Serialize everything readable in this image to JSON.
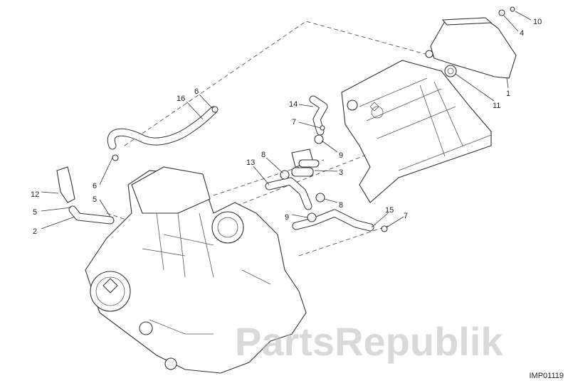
{
  "diagram": {
    "callouts": [
      "10",
      "4",
      "1",
      "11",
      "16",
      "6",
      "14",
      "7",
      "8",
      "9",
      "3",
      "13",
      "12",
      "5",
      "2",
      "6",
      "5",
      "8",
      "9",
      "15",
      "7"
    ],
    "watermark": "PartsRepublik",
    "drawing_code": "IMP01119"
  }
}
